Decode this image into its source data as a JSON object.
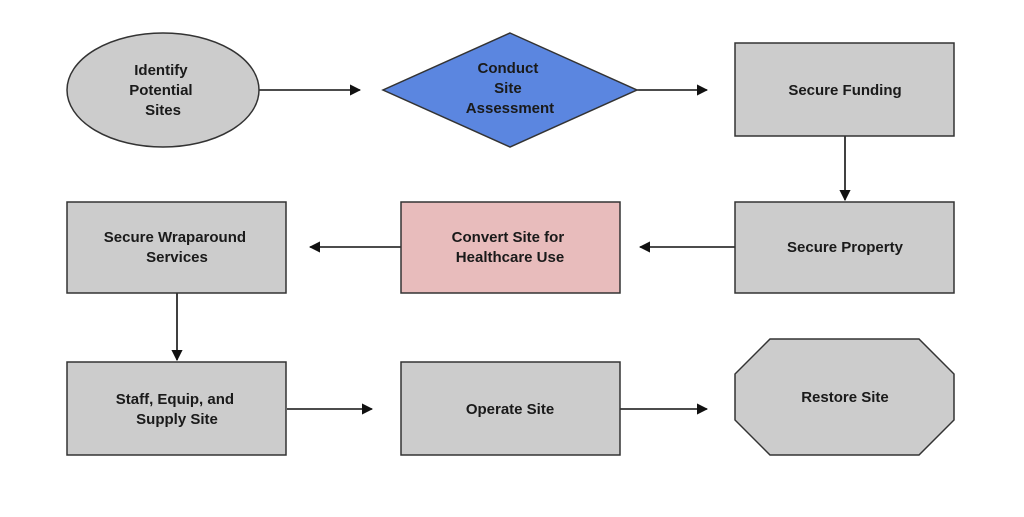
{
  "diagram": {
    "colors": {
      "default_fill": "#cccccc",
      "decision_fill": "#5b86e0",
      "highlight_fill": "#e8bcbc",
      "stroke": "#333333"
    },
    "nodes": {
      "identify": {
        "shape": "ellipse",
        "lines": [
          "Identify",
          "Potential",
          "Sites"
        ]
      },
      "assessment": {
        "shape": "diamond",
        "lines": [
          "Conduct",
          "Site",
          "Assessment"
        ]
      },
      "funding": {
        "shape": "rectangle",
        "lines": [
          "Secure Funding"
        ]
      },
      "property": {
        "shape": "rectangle",
        "lines": [
          "Secure Property"
        ]
      },
      "convert": {
        "shape": "rectangle",
        "lines": [
          "Convert Site for",
          "Healthcare Use"
        ]
      },
      "wraparound": {
        "shape": "rectangle",
        "lines": [
          "Secure Wraparound",
          "Services"
        ]
      },
      "staff": {
        "shape": "rectangle",
        "lines": [
          "Staff, Equip, and",
          "Supply Site"
        ]
      },
      "operate": {
        "shape": "rectangle",
        "lines": [
          "Operate Site"
        ]
      },
      "restore": {
        "shape": "octagon",
        "lines": [
          "Restore Site"
        ]
      }
    },
    "edges": [
      {
        "from": "identify",
        "to": "assessment"
      },
      {
        "from": "assessment",
        "to": "funding"
      },
      {
        "from": "funding",
        "to": "property"
      },
      {
        "from": "property",
        "to": "convert"
      },
      {
        "from": "convert",
        "to": "wraparound"
      },
      {
        "from": "wraparound",
        "to": "staff"
      },
      {
        "from": "staff",
        "to": "operate"
      },
      {
        "from": "operate",
        "to": "restore"
      }
    ]
  }
}
